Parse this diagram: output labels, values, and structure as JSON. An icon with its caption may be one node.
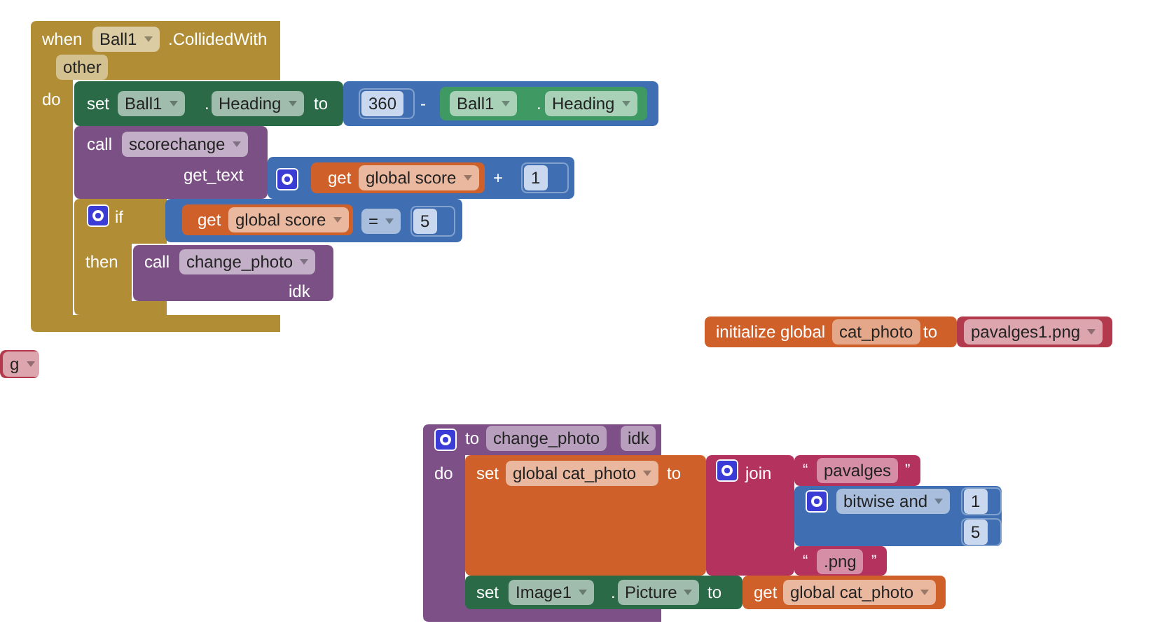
{
  "diagram": {
    "nodes": [
      {
        "text": [
          "when",
          "Ball1",
          ".CollidedWith",
          "other",
          "do"
        ]
      },
      {
        "text": [
          "set",
          "Ball1",
          ".",
          "Heading",
          "to"
        ]
      },
      {
        "text": [
          "-"
        ]
      },
      {
        "text": [
          "360"
        ],
        "in": 2
      },
      {
        "text": [
          "Ball1",
          ".",
          "Heading"
        ],
        "in": 2
      },
      {
        "text": [
          "call",
          "scorechange",
          "get_text"
        ],
        "in": 0
      },
      {
        "text": [
          "+"
        ]
      },
      {
        "text": [
          "get",
          "global score"
        ],
        "in": 6
      },
      {
        "text": [
          "1"
        ],
        "in": 6
      },
      {
        "text": [
          "if",
          "then"
        ],
        "in": 0
      },
      {
        "text": [
          "="
        ]
      },
      {
        "text": [
          "get",
          "global score"
        ],
        "in": 10
      },
      {
        "text": [
          "5"
        ],
        "in": 10
      },
      {
        "text": [
          "call",
          "change_photo",
          "idk"
        ]
      },
      {
        "text": [
          "g"
        ]
      },
      {
        "text": [
          "initialize global",
          "cat_photo",
          "to"
        ]
      },
      {
        "text": [
          "pavalges1.png"
        ]
      },
      {
        "text": [
          "to",
          "change_photo",
          "idk",
          "do"
        ]
      },
      {
        "text": [
          "set",
          "global cat_photo",
          "to"
        ]
      },
      {
        "text": [
          "join"
        ]
      },
      {
        "text": [
          "“",
          "pavalges",
          "”"
        ]
      },
      {
        "text": [
          "bitwise and"
        ]
      },
      {
        "text": [
          "1"
        ],
        "in": 21
      },
      {
        "text": [
          "5"
        ],
        "in": 21
      },
      {
        "text": [
          "“",
          ".png",
          "”"
        ]
      },
      {
        "text": [
          "set",
          "Image1",
          ".",
          "Picture",
          "to"
        ]
      },
      {
        "text": [
          "get",
          "global cat_photo"
        ]
      }
    ]
  }
}
